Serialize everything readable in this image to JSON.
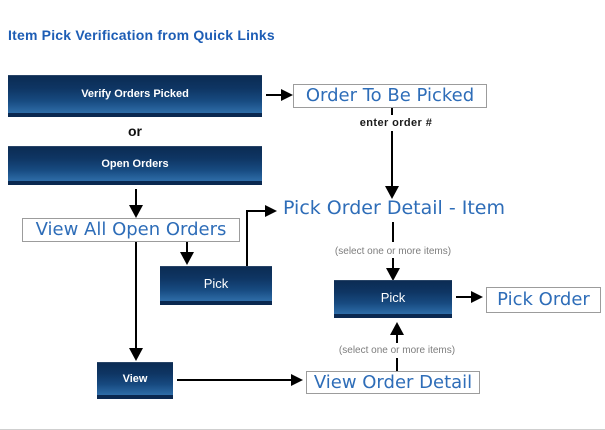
{
  "title": "Item Pick Verification from Quick Links",
  "colors": {
    "title_blue": "#1d5db5",
    "flow_text_blue": "#2e6db8",
    "button_top": "#0b2b52",
    "button_bottom": "#2e6da8",
    "button_edge": "#0a2850",
    "button_text": "#ffffff",
    "box_border": "#9c9c9c",
    "note_gray": "#7d7d7d",
    "line_black": "#000000"
  },
  "nodes": {
    "verify_orders_picked_button": "Verify Orders Picked",
    "or_label": "or",
    "open_orders_button": "Open Orders",
    "order_to_be_picked_box": "Order To Be Picked",
    "enter_order_label": "enter order #",
    "pick_order_detail_item_heading": "Pick Order Detail - Item",
    "select_items_note_top": "(select one or more items)",
    "view_all_open_orders_box": "View All Open Orders",
    "pick_button_left": "Pick",
    "pick_button_right": "Pick",
    "pick_order_box": "Pick Order",
    "select_items_note_bottom": "(select one or more items)",
    "view_order_detail_box": "View Order Detail",
    "view_button": "View"
  }
}
